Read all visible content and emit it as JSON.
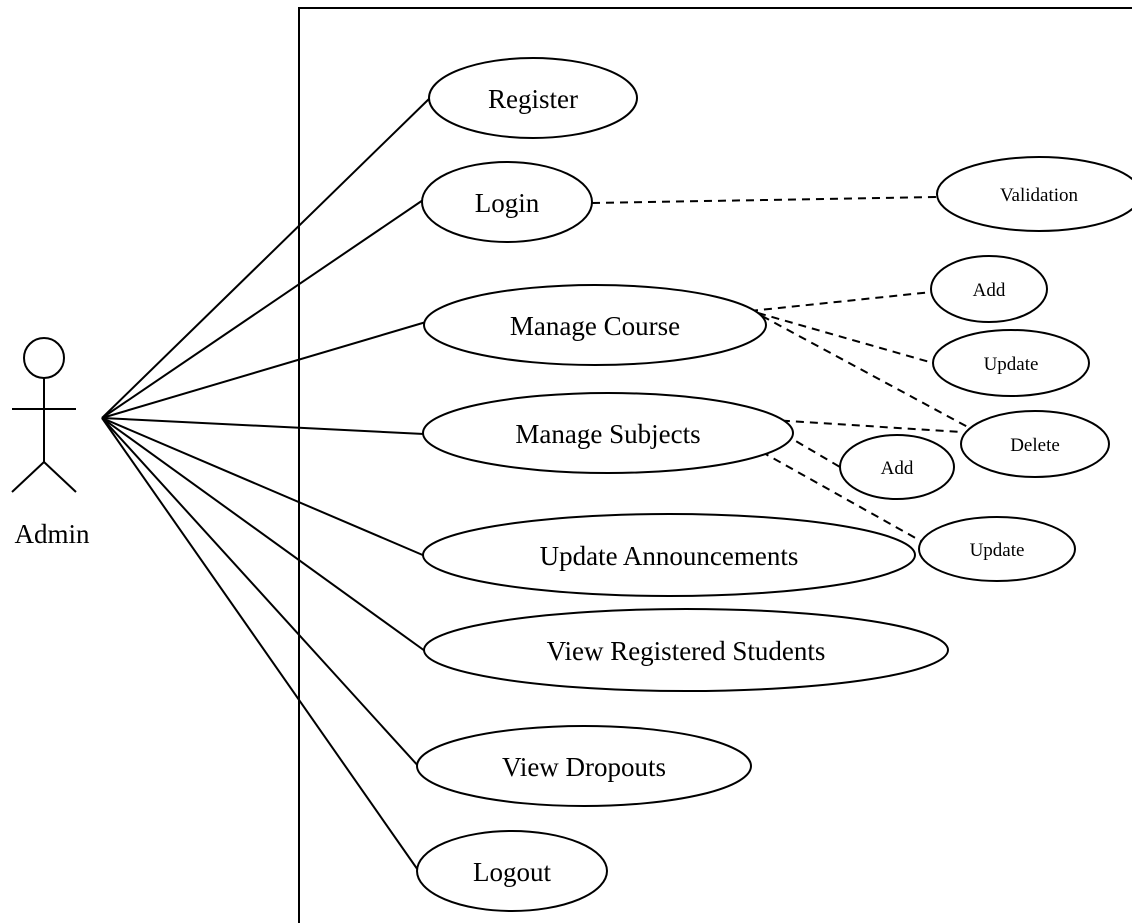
{
  "actor": {
    "name": "Admin"
  },
  "use_cases": {
    "register": "Register",
    "login": "Login",
    "manage_course": "Manage Course",
    "manage_subjects": "Manage Subjects",
    "update_announcements": "Update Announcements",
    "view_registered_students": "View Registered Students",
    "view_dropouts": "View Dropouts",
    "logout": "Logout"
  },
  "sub_use_cases": {
    "validation": "Validation",
    "course_add": "Add",
    "course_update": "Update",
    "delete": "Delete",
    "subjects_add": "Add",
    "subjects_update": "Update"
  }
}
